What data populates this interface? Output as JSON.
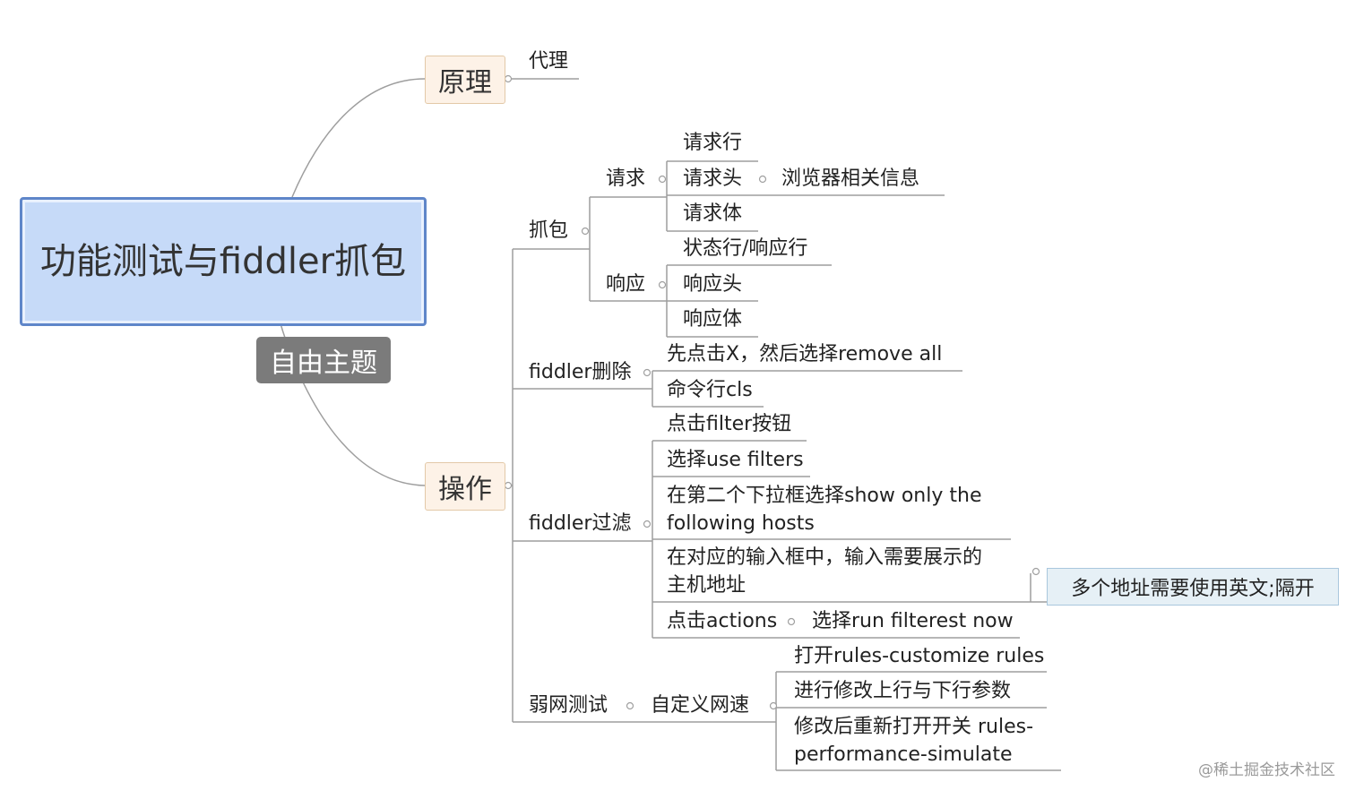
{
  "central_topic": "功能测试与fiddler抓包",
  "floating_topic": "自由主题",
  "branches": {
    "principle": {
      "label": "原理",
      "children": [
        "代理"
      ]
    },
    "operation": {
      "label": "操作",
      "capture": {
        "label": "抓包",
        "request": {
          "label": "请求",
          "items": [
            "请求行",
            "请求头",
            "请求体"
          ],
          "header_detail": "浏览器相关信息"
        },
        "response": {
          "label": "响应",
          "items": [
            "状态行/响应行",
            "响应头",
            "响应体"
          ]
        }
      },
      "delete": {
        "label": "fiddler删除",
        "items": [
          "先点击X，然后选择remove all",
          "命令行cls"
        ]
      },
      "filter": {
        "label": "fiddler过滤",
        "items": [
          "点击filter按钮",
          "选择use filters",
          "在第二个下拉框选择show only the",
          "following hosts",
          "在对应的输入框中，输入需要展示的",
          "主机地址",
          "点击actions"
        ],
        "callout": "多个地址需要使用英文;隔开",
        "actions_detail": "选择run filterest now"
      },
      "weak_network": {
        "label": "弱网测试",
        "custom_speed": "自定义网速",
        "items": [
          "打开rules-customize rules",
          "进行修改上行与下行参数",
          "修改后重新打开开关 rules-",
          "performance-simulate"
        ]
      }
    }
  },
  "watermark": "@稀土掘金技术社区",
  "colors": {
    "central_fill": "#c6daf8",
    "central_border": "#5f86c9",
    "branch_fill": "#fdf2e7",
    "floating_fill": "#7b7b7b",
    "callout_fill": "#e6f0f6",
    "line": "#9a9a9a"
  }
}
